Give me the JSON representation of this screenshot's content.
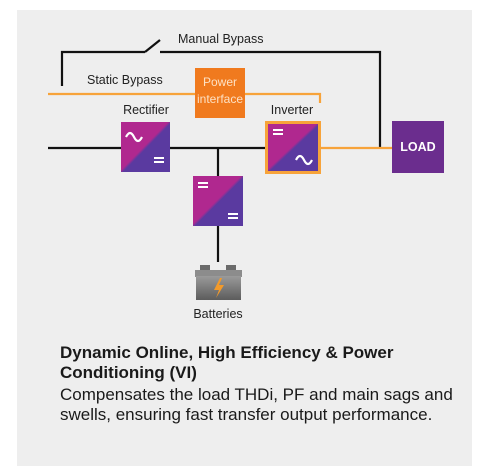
{
  "colors": {
    "background": "#eeeeee",
    "line_black": "#111111",
    "line_orange": "#f7a33a",
    "module_magenta": "#b0288f",
    "module_purple": "#5a3aa0",
    "power_interface": "#f07a1e",
    "load": "#6b2d8e",
    "inverter_border": "#f7a33a"
  },
  "diagram": {
    "manual_bypass_label": "Manual Bypass",
    "static_bypass_label": "Static Bypass",
    "power_interface_line1": "Power",
    "power_interface_line2": "interface",
    "rectifier_label": "Rectifier",
    "inverter_label": "Inverter",
    "load_label": "LOAD",
    "batteries_label": "Batteries",
    "icons": {
      "rectifier": "ac-to-dc-icon",
      "inverter": "dc-to-ac-icon",
      "dc_converter": "dc-to-dc-icon",
      "battery": "battery-icon",
      "switch": "open-switch-icon"
    }
  },
  "caption": {
    "title": "Dynamic Online, High Efficiency & Power Conditioning (VI)",
    "body": "Compensates the load THDi, PF and main sags and swells, ensuring fast transfer output performance."
  }
}
